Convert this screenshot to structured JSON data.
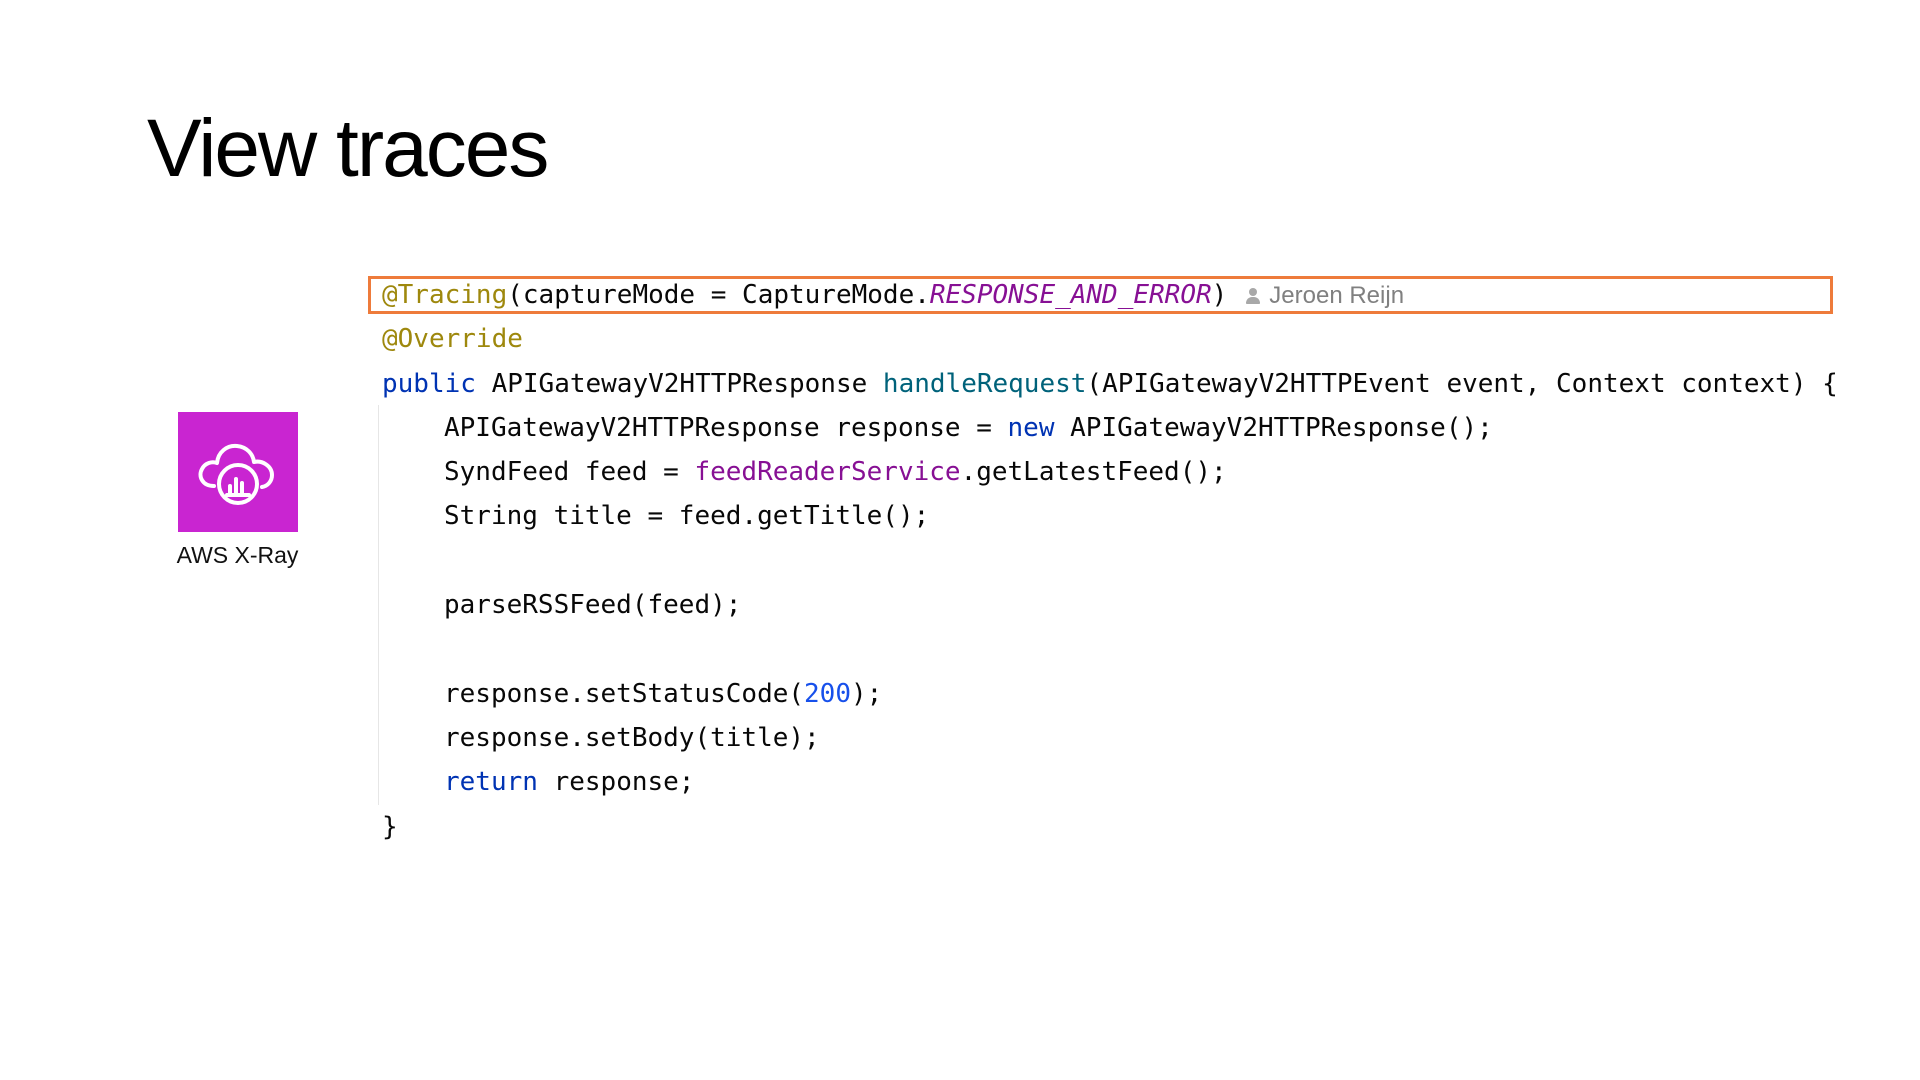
{
  "slide": {
    "title": "View traces"
  },
  "service": {
    "label": "AWS X-Ray",
    "icon": "aws-xray-icon",
    "color": "#c925d1"
  },
  "code": {
    "line1": {
      "annotation": "@Tracing",
      "open": "(captureMode = CaptureMode.",
      "constant": "RESPONSE_AND_ERROR",
      "close": ")",
      "author": "Jeroen Reijn"
    },
    "line2": {
      "annotation": "@Override"
    },
    "line3": {
      "keyword": "public",
      "type": " APIGatewayV2HTTPResponse ",
      "method": "handleRequest",
      "params": "(APIGatewayV2HTTPEvent event, Context context) {"
    },
    "line4": {
      "pre": "APIGatewayV2HTTPResponse response = ",
      "keyword": "new",
      "post": " APIGatewayV2HTTPResponse();"
    },
    "line5": {
      "pre": "SyndFeed feed = ",
      "field": "feedReaderService",
      "post": ".getLatestFeed();"
    },
    "line6": {
      "text": "String title = feed.getTitle();"
    },
    "line8": {
      "text": "parseRSSFeed(feed);"
    },
    "line10": {
      "pre": "response.setStatusCode(",
      "number": "200",
      "post": ");"
    },
    "line11": {
      "text": "response.setBody(title);"
    },
    "line12": {
      "keyword": "return",
      "post": " response;"
    },
    "line13": {
      "text": "}"
    }
  },
  "colors": {
    "highlight_border": "#ee7b3b",
    "annotation": "#9e880d",
    "keyword": "#0033b3",
    "method_declaration": "#00627a",
    "field": "#871094",
    "number": "#1750eb"
  }
}
